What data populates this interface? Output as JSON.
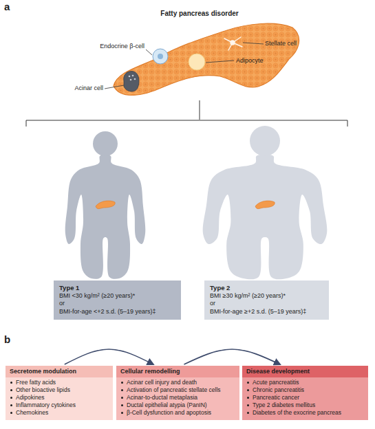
{
  "diagram": {
    "nodes": [
      {
        "text": [
          "Type 1",
          "BMI <30 kg/m² (≥20 years)*",
          "or",
          "BMI-for-age <+2 s.d. (5–19 years)‡"
        ]
      },
      {
        "text": [
          "Type 2",
          "BMI ≥30 kg/m² (≥20 years)*",
          "or",
          "BMI-for-age ≥+2 s.d. (5–19 years)‡"
        ]
      },
      {
        "text": [
          "Secretome modulation",
          "Free fatty acids",
          "Other bioactive lipids",
          "Adipokines",
          "Inflammatory cytokines",
          "Chemokines"
        ]
      },
      {
        "text": [
          "Cellular remodelling",
          "Acinar cell injury and death",
          "Activation of pancreatic stellate cells",
          "Acinar-to-ductal metaplasia",
          "Ductal epithelial atypia (PanIN)",
          "β-Cell dysfunction and apoptosis"
        ]
      },
      {
        "text": [
          "Disease development",
          "Acute pancreatitis",
          "Chronic pancreatitis",
          "Pancreatic cancer",
          "Type 2 diabetes mellitus",
          "Diabetes of the exocrine pancreas"
        ]
      }
    ],
    "edges": [
      {
        "from": 2,
        "to": 3,
        "arrow": "to"
      },
      {
        "from": 3,
        "to": 4,
        "arrow": "to"
      }
    ],
    "labels": [
      "a",
      "Fatty pancreas disorder",
      "Endocrine β-cell",
      "Stellate cell",
      "Adipocyte",
      "Acinar cell",
      "b"
    ]
  }
}
